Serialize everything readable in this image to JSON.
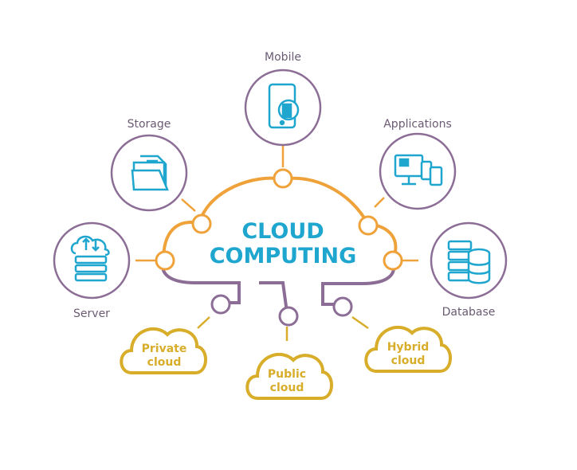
{
  "title": {
    "line1": "CLOUD",
    "line2": "COMPUTING"
  },
  "nodes": {
    "mobile": "Mobile",
    "storage": "Storage",
    "applications": "Applications",
    "server": "Server",
    "database": "Database"
  },
  "clouds": {
    "private_l1": "Private",
    "private_l2": "cloud",
    "public_l1": "Public",
    "public_l2": "cloud",
    "hybrid_l1": "Hybrid",
    "hybrid_l2": "cloud"
  },
  "colors": {
    "orange": "#f0a23a",
    "purple": "#8c6d95",
    "blue": "#1fa6cf",
    "gold": "#d8ad2a",
    "label": "#6b5b73"
  },
  "icons": [
    "mobile-icon",
    "folder-icon",
    "monitor-icon",
    "server-icon",
    "database-icon"
  ]
}
